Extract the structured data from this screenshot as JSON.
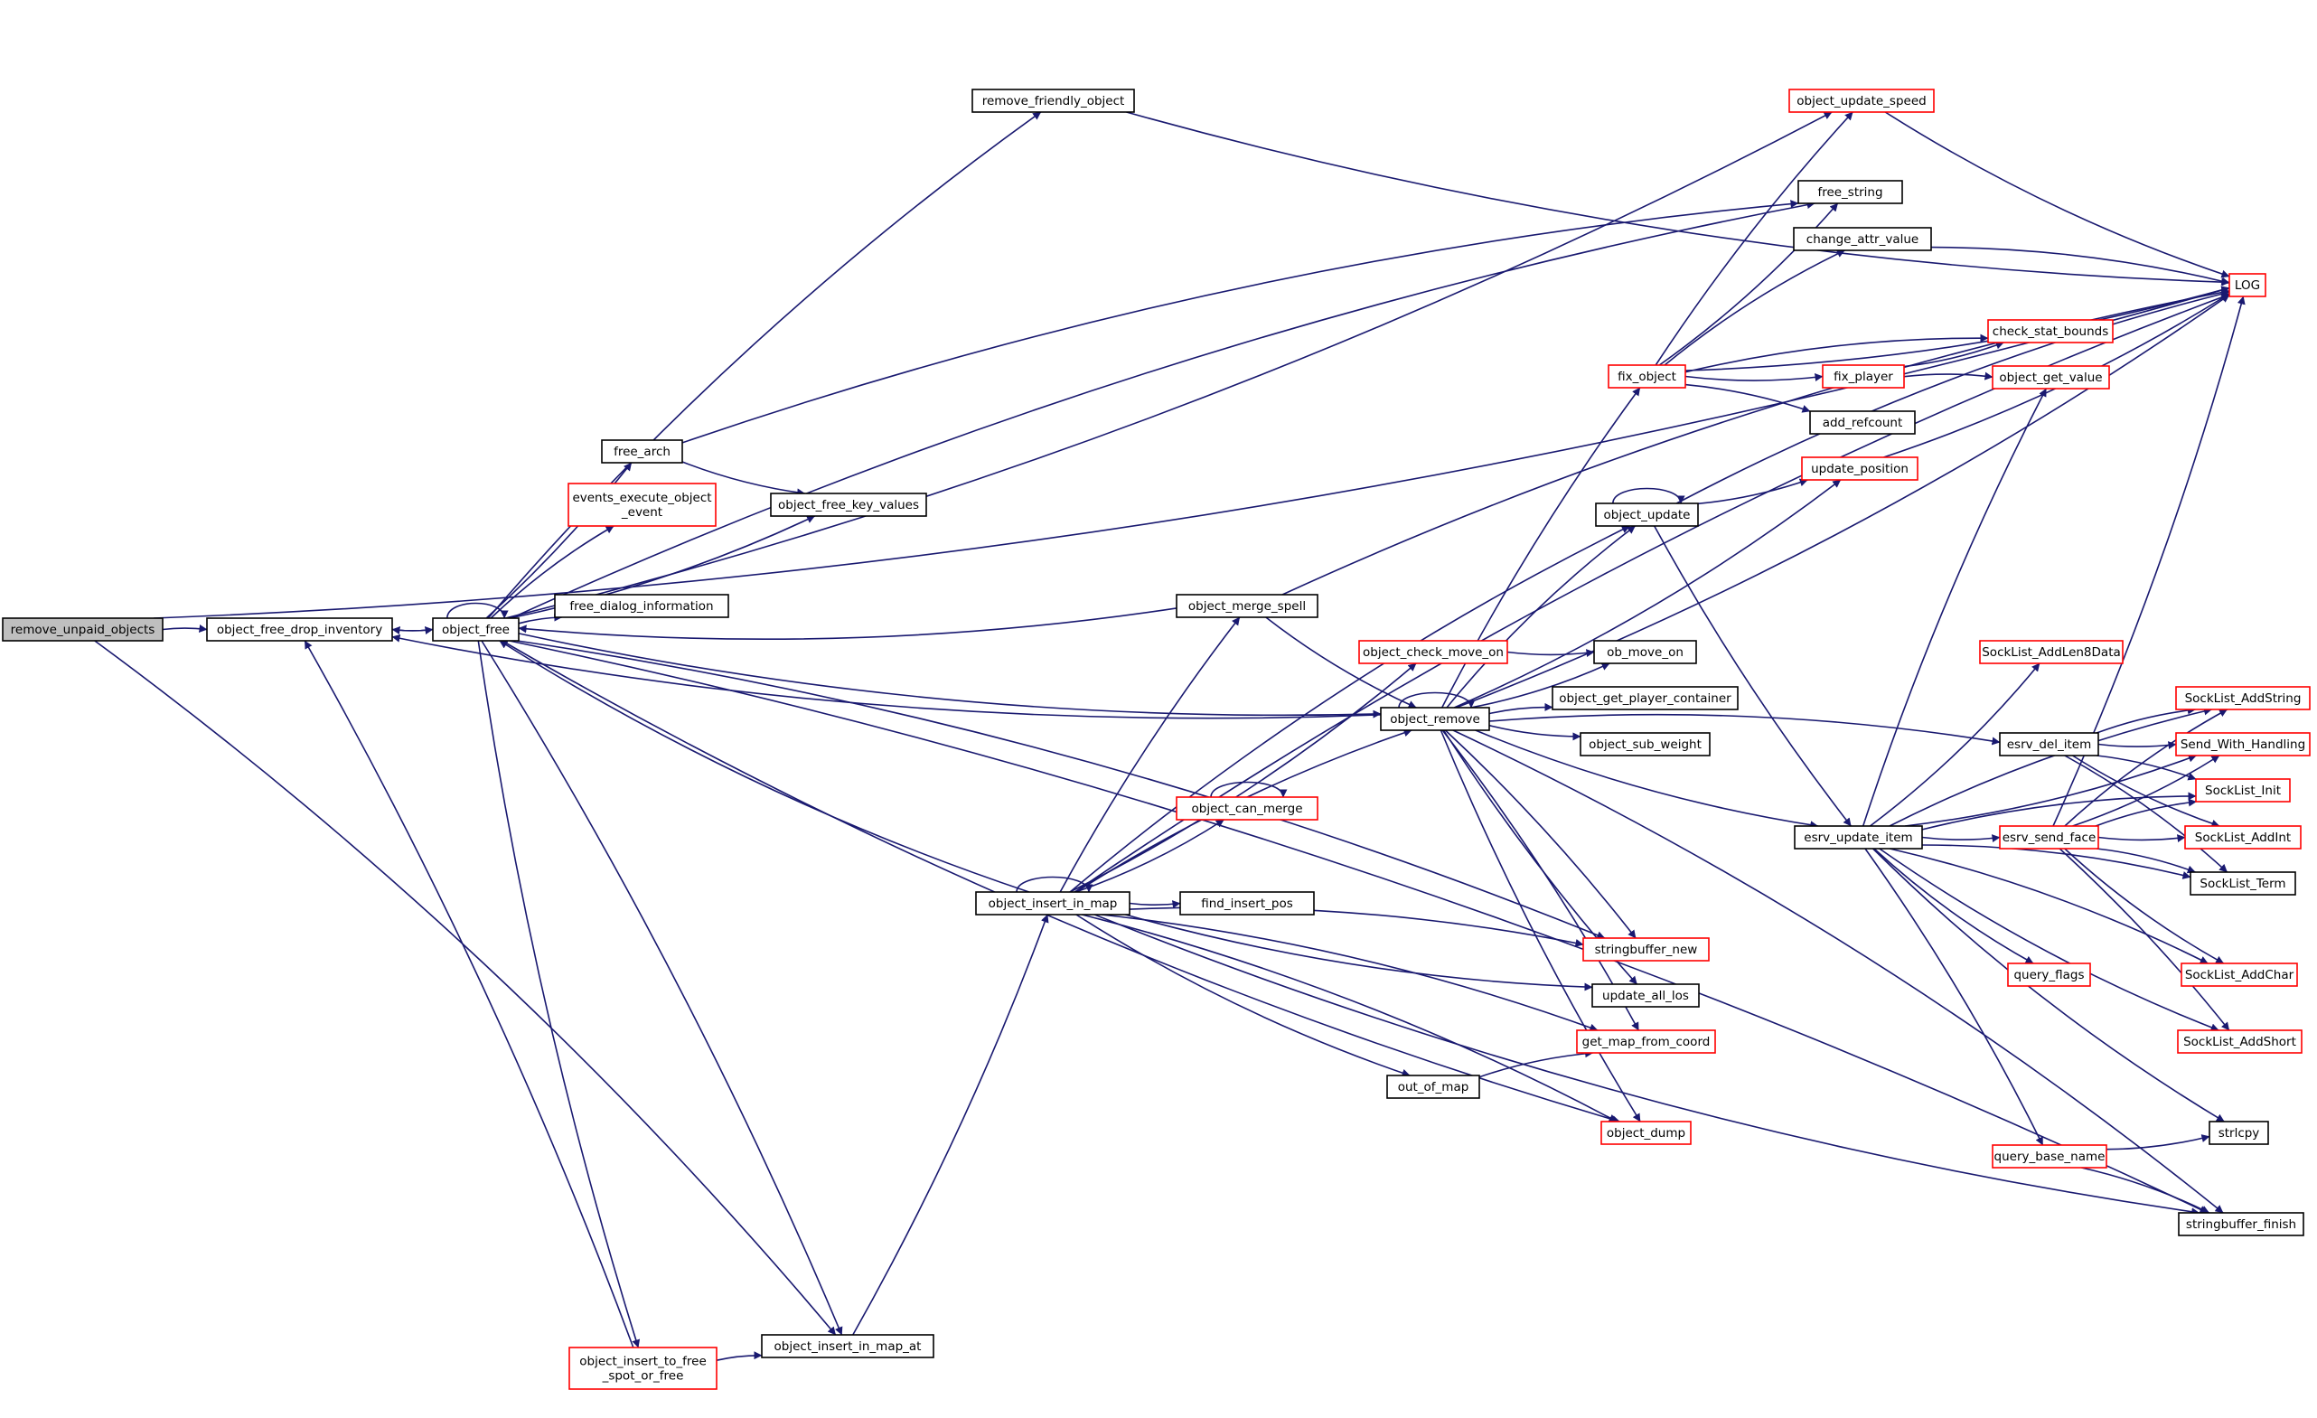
{
  "colors": {
    "edge": "#191970",
    "node_border_black": "#000000",
    "node_border_red": "#ff0000",
    "root_fill": "#bfbfbf",
    "node_fill": "#ffffff"
  },
  "nodes": {
    "remove_unpaid_objects": {
      "lines": [
        "remove_unpaid_objects"
      ],
      "style": "root"
    },
    "object_free_drop_inventory": {
      "lines": [
        "object_free_drop_inventory"
      ],
      "style": "black"
    },
    "object_free": {
      "lines": [
        "object_free"
      ],
      "style": "black"
    },
    "remove_friendly_object": {
      "lines": [
        "remove_friendly_object"
      ],
      "style": "black"
    },
    "free_arch": {
      "lines": [
        "free_arch"
      ],
      "style": "black"
    },
    "events_execute_object_event": {
      "lines": [
        "events_execute_object",
        "_event"
      ],
      "style": "red"
    },
    "object_free_key_values": {
      "lines": [
        "object_free_key_values"
      ],
      "style": "black"
    },
    "free_dialog_information": {
      "lines": [
        "free_dialog_information"
      ],
      "style": "black"
    },
    "object_insert_in_map": {
      "lines": [
        "object_insert_in_map"
      ],
      "style": "black"
    },
    "object_insert_to_free_spot_or_free": {
      "lines": [
        "object_insert_to_free",
        "_spot_or_free"
      ],
      "style": "red"
    },
    "object_insert_in_map_at": {
      "lines": [
        "object_insert_in_map_at"
      ],
      "style": "black"
    },
    "object_merge_spell": {
      "lines": [
        "object_merge_spell"
      ],
      "style": "black"
    },
    "object_can_merge": {
      "lines": [
        "object_can_merge"
      ],
      "style": "red"
    },
    "find_insert_pos": {
      "lines": [
        "find_insert_pos"
      ],
      "style": "black"
    },
    "out_of_map": {
      "lines": [
        "out_of_map"
      ],
      "style": "black"
    },
    "object_check_move_on": {
      "lines": [
        "object_check_move_on"
      ],
      "style": "red"
    },
    "object_remove": {
      "lines": [
        "object_remove"
      ],
      "style": "black"
    },
    "object_update_speed": {
      "lines": [
        "object_update_speed"
      ],
      "style": "red"
    },
    "free_string": {
      "lines": [
        "free_string"
      ],
      "style": "black"
    },
    "change_attr_value": {
      "lines": [
        "change_attr_value"
      ],
      "style": "black"
    },
    "fix_object": {
      "lines": [
        "fix_object"
      ],
      "style": "red"
    },
    "fix_player": {
      "lines": [
        "fix_player"
      ],
      "style": "red"
    },
    "add_refcount": {
      "lines": [
        "add_refcount"
      ],
      "style": "black"
    },
    "update_position": {
      "lines": [
        "update_position"
      ],
      "style": "red"
    },
    "object_update": {
      "lines": [
        "object_update"
      ],
      "style": "black"
    },
    "ob_move_on": {
      "lines": [
        "ob_move_on"
      ],
      "style": "black"
    },
    "object_get_player_container": {
      "lines": [
        "object_get_player_container"
      ],
      "style": "black"
    },
    "object_sub_weight": {
      "lines": [
        "object_sub_weight"
      ],
      "style": "black"
    },
    "stringbuffer_new": {
      "lines": [
        "stringbuffer_new"
      ],
      "style": "red"
    },
    "update_all_los": {
      "lines": [
        "update_all_los"
      ],
      "style": "black"
    },
    "get_map_from_coord": {
      "lines": [
        "get_map_from_coord"
      ],
      "style": "red"
    },
    "object_dump": {
      "lines": [
        "object_dump"
      ],
      "style": "red"
    },
    "LOG": {
      "lines": [
        "LOG"
      ],
      "style": "red"
    },
    "check_stat_bounds": {
      "lines": [
        "check_stat_bounds"
      ],
      "style": "red"
    },
    "object_get_value": {
      "lines": [
        "object_get_value"
      ],
      "style": "red"
    },
    "SockList_AddLen8Data": {
      "lines": [
        "SockList_AddLen8Data"
      ],
      "style": "red"
    },
    "esrv_del_item": {
      "lines": [
        "esrv_del_item"
      ],
      "style": "black"
    },
    "esrv_update_item": {
      "lines": [
        "esrv_update_item"
      ],
      "style": "black"
    },
    "esrv_send_face": {
      "lines": [
        "esrv_send_face"
      ],
      "style": "red"
    },
    "query_flags": {
      "lines": [
        "query_flags"
      ],
      "style": "red"
    },
    "query_base_name": {
      "lines": [
        "query_base_name"
      ],
      "style": "red"
    },
    "SockList_AddString": {
      "lines": [
        "SockList_AddString"
      ],
      "style": "red"
    },
    "Send_With_Handling": {
      "lines": [
        "Send_With_Handling"
      ],
      "style": "red"
    },
    "SockList_Init": {
      "lines": [
        "SockList_Init"
      ],
      "style": "red"
    },
    "SockList_AddInt": {
      "lines": [
        "SockList_AddInt"
      ],
      "style": "red"
    },
    "SockList_Term": {
      "lines": [
        "SockList_Term"
      ],
      "style": "black"
    },
    "SockList_AddChar": {
      "lines": [
        "SockList_AddChar"
      ],
      "style": "red"
    },
    "SockList_AddShort": {
      "lines": [
        "SockList_AddShort"
      ],
      "style": "red"
    },
    "strlcpy": {
      "lines": [
        "strlcpy"
      ],
      "style": "black"
    },
    "stringbuffer_finish": {
      "lines": [
        "stringbuffer_finish"
      ],
      "style": "black"
    }
  },
  "edges": [
    [
      "remove_unpaid_objects",
      "object_free_drop_inventory"
    ],
    [
      "remove_unpaid_objects",
      "LOG"
    ],
    [
      "remove_unpaid_objects",
      "object_insert_in_map_at"
    ],
    [
      "object_free_drop_inventory",
      "object_free"
    ],
    [
      "object_free",
      "object_free_drop_inventory"
    ],
    [
      "object_free",
      "object_free"
    ],
    [
      "object_free",
      "remove_friendly_object"
    ],
    [
      "object_free",
      "object_update_speed"
    ],
    [
      "object_free",
      "free_string"
    ],
    [
      "object_free",
      "free_arch"
    ],
    [
      "object_free",
      "events_execute_object_event"
    ],
    [
      "object_free",
      "object_free_key_values"
    ],
    [
      "object_free",
      "free_dialog_information"
    ],
    [
      "object_free",
      "object_remove"
    ],
    [
      "object_free",
      "stringbuffer_new"
    ],
    [
      "object_free",
      "object_dump"
    ],
    [
      "object_free",
      "stringbuffer_finish"
    ],
    [
      "object_free",
      "object_insert_to_free_spot_or_free"
    ],
    [
      "object_free",
      "object_insert_in_map_at"
    ],
    [
      "remove_friendly_object",
      "LOG"
    ],
    [
      "free_arch",
      "free_string"
    ],
    [
      "free_arch",
      "object_free_key_values"
    ],
    [
      "object_insert_in_map",
      "object_free"
    ],
    [
      "object_insert_in_map",
      "object_insert_in_map"
    ],
    [
      "object_insert_in_map",
      "object_merge_spell"
    ],
    [
      "object_insert_in_map",
      "object_can_merge"
    ],
    [
      "object_insert_in_map",
      "object_remove"
    ],
    [
      "object_insert_in_map",
      "find_insert_pos"
    ],
    [
      "object_insert_in_map",
      "stringbuffer_new"
    ],
    [
      "object_insert_in_map",
      "update_all_los"
    ],
    [
      "object_insert_in_map",
      "get_map_from_coord"
    ],
    [
      "object_insert_in_map",
      "out_of_map"
    ],
    [
      "object_insert_in_map",
      "object_dump"
    ],
    [
      "object_insert_in_map",
      "stringbuffer_finish"
    ],
    [
      "object_insert_in_map",
      "object_update"
    ],
    [
      "object_insert_in_map",
      "object_check_move_on"
    ],
    [
      "object_insert_in_map",
      "LOG"
    ],
    [
      "object_insert_to_free_spot_or_free",
      "object_free_drop_inventory"
    ],
    [
      "object_insert_to_free_spot_or_free",
      "object_insert_in_map_at"
    ],
    [
      "object_insert_in_map_at",
      "object_insert_in_map"
    ],
    [
      "object_merge_spell",
      "object_free"
    ],
    [
      "object_merge_spell",
      "object_remove"
    ],
    [
      "object_merge_spell",
      "LOG"
    ],
    [
      "object_can_merge",
      "object_can_merge"
    ],
    [
      "out_of_map",
      "get_map_from_coord"
    ],
    [
      "object_check_move_on",
      "ob_move_on"
    ],
    [
      "object_remove",
      "object_free_drop_inventory"
    ],
    [
      "object_remove",
      "object_remove"
    ],
    [
      "object_remove",
      "fix_object"
    ],
    [
      "object_remove",
      "update_position"
    ],
    [
      "object_remove",
      "object_update"
    ],
    [
      "object_remove",
      "ob_move_on"
    ],
    [
      "object_remove",
      "object_get_player_container"
    ],
    [
      "object_remove",
      "object_sub_weight"
    ],
    [
      "object_remove",
      "esrv_del_item"
    ],
    [
      "object_remove",
      "esrv_update_item"
    ],
    [
      "object_remove",
      "stringbuffer_new"
    ],
    [
      "object_remove",
      "update_all_los"
    ],
    [
      "object_remove",
      "get_map_from_coord"
    ],
    [
      "object_remove",
      "object_dump"
    ],
    [
      "object_remove",
      "stringbuffer_finish"
    ],
    [
      "object_remove",
      "LOG"
    ],
    [
      "fix_object",
      "object_update_speed"
    ],
    [
      "fix_object",
      "free_string"
    ],
    [
      "fix_object",
      "change_attr_value"
    ],
    [
      "fix_object",
      "LOG"
    ],
    [
      "fix_object",
      "check_stat_bounds"
    ],
    [
      "fix_object",
      "fix_player"
    ],
    [
      "fix_object",
      "add_refcount"
    ],
    [
      "object_update_speed",
      "LOG"
    ],
    [
      "change_attr_value",
      "LOG"
    ],
    [
      "fix_player",
      "check_stat_bounds"
    ],
    [
      "fix_player",
      "object_get_value"
    ],
    [
      "update_position",
      "LOG"
    ],
    [
      "object_update",
      "object_update"
    ],
    [
      "object_update",
      "update_position"
    ],
    [
      "object_update",
      "LOG"
    ],
    [
      "object_update",
      "esrv_update_item"
    ],
    [
      "esrv_update_item",
      "object_get_value"
    ],
    [
      "esrv_update_item",
      "SockList_AddLen8Data"
    ],
    [
      "esrv_update_item",
      "SockList_AddString"
    ],
    [
      "esrv_update_item",
      "Send_With_Handling"
    ],
    [
      "esrv_update_item",
      "SockList_Init"
    ],
    [
      "esrv_update_item",
      "esrv_send_face"
    ],
    [
      "esrv_update_item",
      "SockList_Term"
    ],
    [
      "esrv_update_item",
      "query_flags"
    ],
    [
      "esrv_update_item",
      "SockList_AddChar"
    ],
    [
      "esrv_update_item",
      "SockList_AddShort"
    ],
    [
      "esrv_update_item",
      "query_base_name"
    ],
    [
      "esrv_update_item",
      "strlcpy"
    ],
    [
      "esrv_del_item",
      "SockList_AddString"
    ],
    [
      "esrv_del_item",
      "Send_With_Handling"
    ],
    [
      "esrv_del_item",
      "SockList_Init"
    ],
    [
      "esrv_del_item",
      "SockList_AddInt"
    ],
    [
      "esrv_del_item",
      "SockList_Term"
    ],
    [
      "esrv_send_face",
      "LOG"
    ],
    [
      "esrv_send_face",
      "SockList_AddString"
    ],
    [
      "esrv_send_face",
      "Send_With_Handling"
    ],
    [
      "esrv_send_face",
      "SockList_Init"
    ],
    [
      "esrv_send_face",
      "SockList_AddInt"
    ],
    [
      "esrv_send_face",
      "SockList_Term"
    ],
    [
      "esrv_send_face",
      "SockList_AddChar"
    ],
    [
      "esrv_send_face",
      "SockList_AddShort"
    ],
    [
      "query_base_name",
      "strlcpy"
    ],
    [
      "query_base_name",
      "stringbuffer_finish"
    ]
  ]
}
